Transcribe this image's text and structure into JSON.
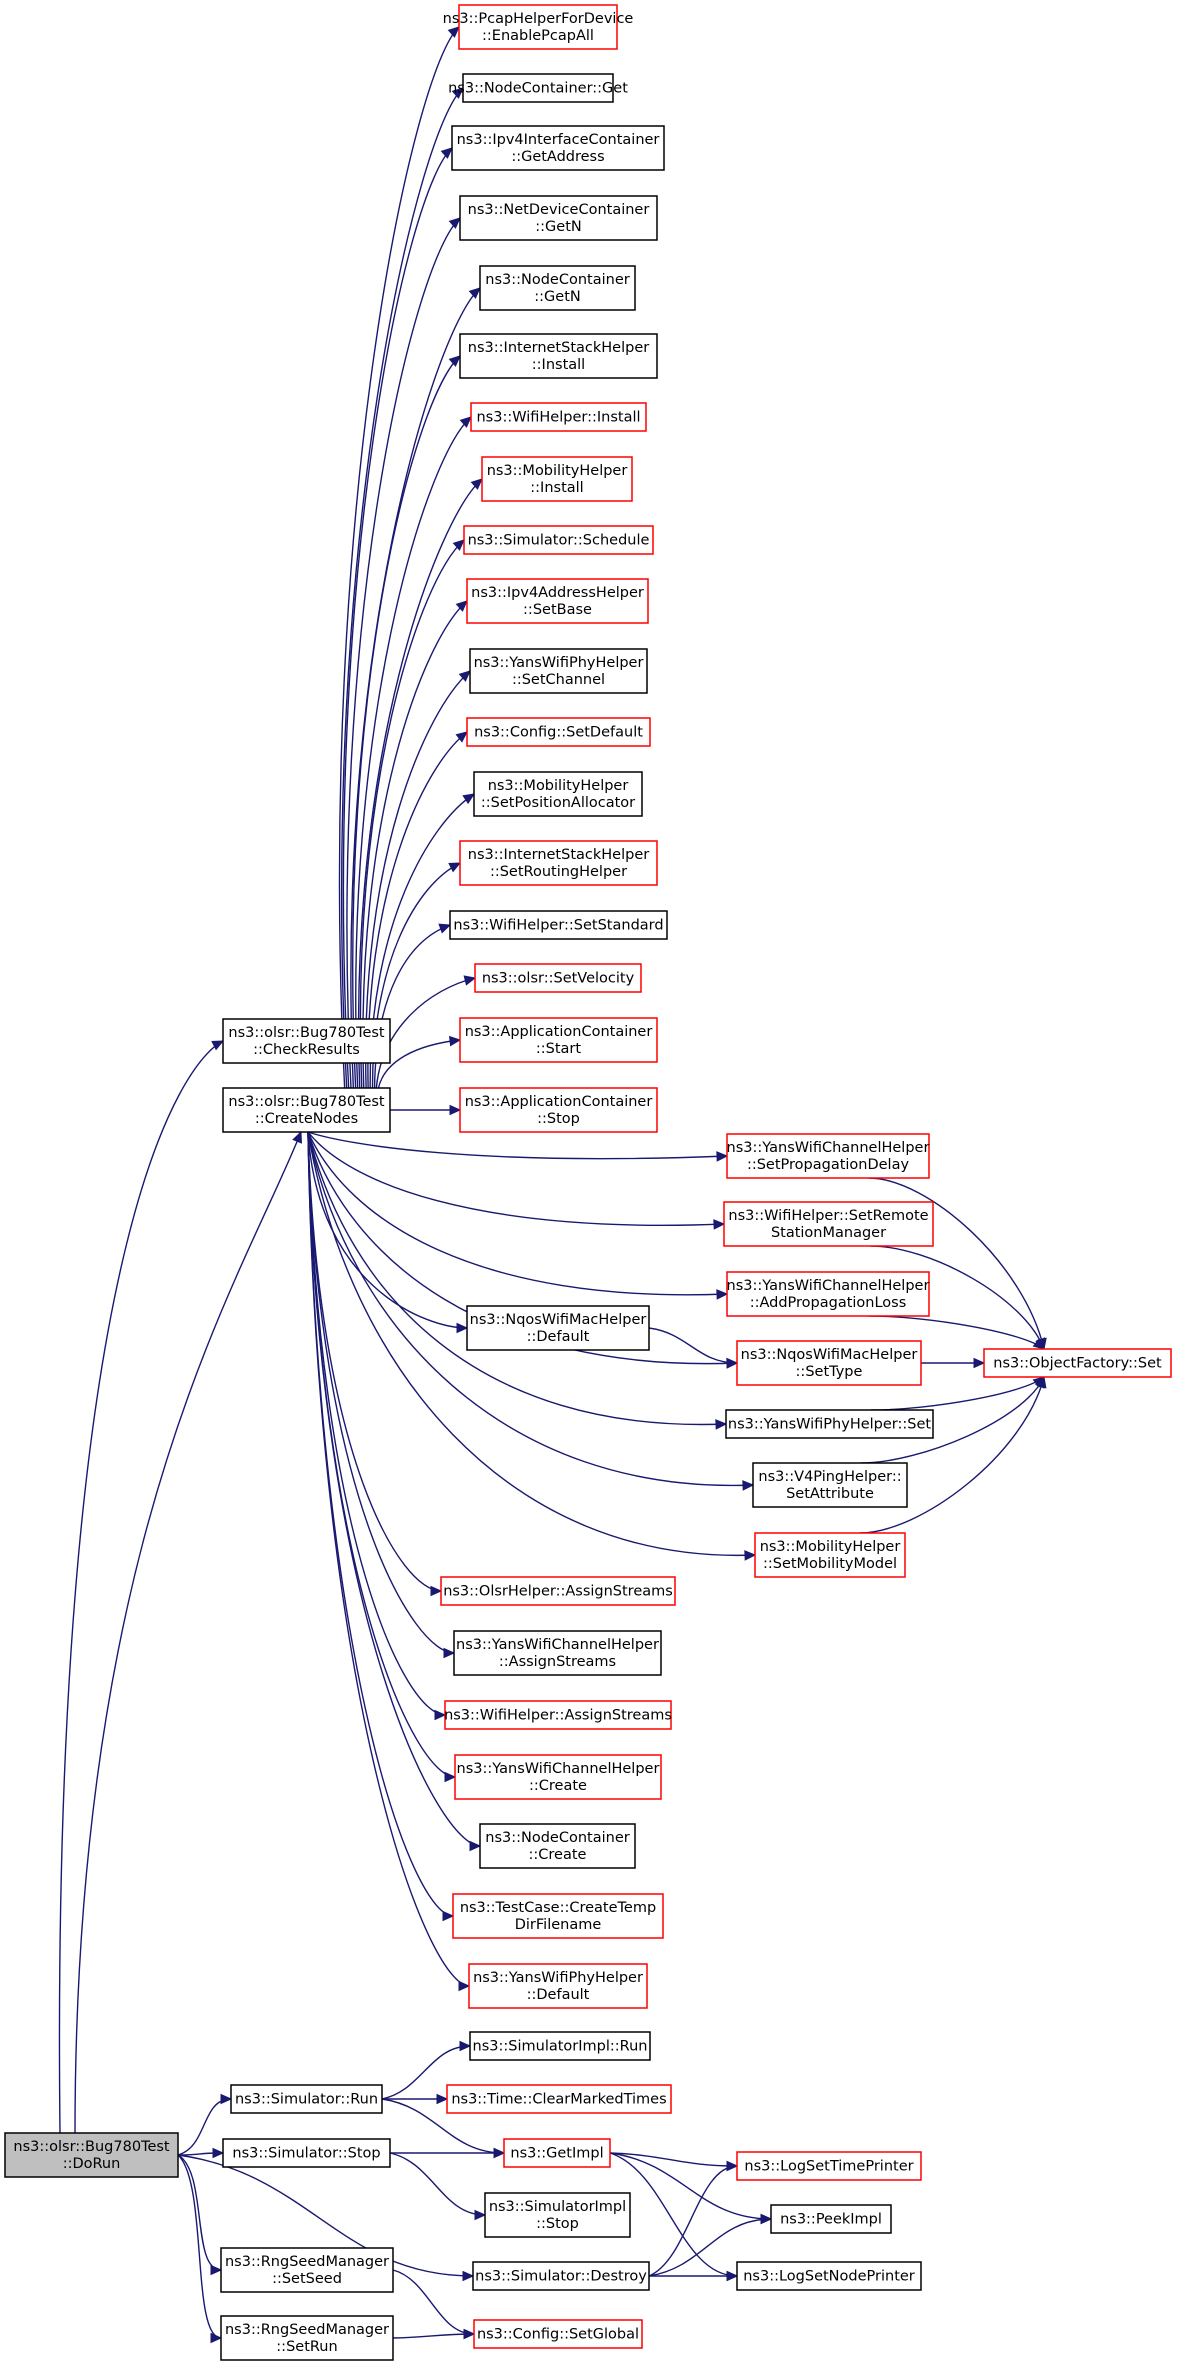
{
  "colors": {
    "edge": "#191970",
    "node_border_default": "#000000",
    "node_border_external": "#ff0000",
    "node_fill_default": "#ffffff",
    "node_fill_root": "#bfbfbf"
  },
  "nodes": [
    {
      "id": "dorun",
      "lines": [
        "ns3::olsr::Bug780Test",
        "::DoRun"
      ],
      "style": "root"
    },
    {
      "id": "checkresults",
      "lines": [
        "ns3::olsr::Bug780Test",
        "::CheckResults"
      ],
      "style": "black"
    },
    {
      "id": "createnodes",
      "lines": [
        "ns3::olsr::Bug780Test",
        "::CreateNodes"
      ],
      "style": "black"
    },
    {
      "id": "pcap",
      "lines": [
        "ns3::PcapHelperForDevice",
        "::EnablePcapAll"
      ],
      "style": "red"
    },
    {
      "id": "nc_get",
      "lines": [
        "ns3::NodeContainer::Get"
      ],
      "style": "black"
    },
    {
      "id": "ipv4ic",
      "lines": [
        "ns3::Ipv4InterfaceContainer",
        "::GetAddress"
      ],
      "style": "black"
    },
    {
      "id": "ndc_getn",
      "lines": [
        "ns3::NetDeviceContainer",
        "::GetN"
      ],
      "style": "black"
    },
    {
      "id": "nc_getn",
      "lines": [
        "ns3::NodeContainer",
        "::GetN"
      ],
      "style": "black"
    },
    {
      "id": "ish_install",
      "lines": [
        "ns3::InternetStackHelper",
        "::Install"
      ],
      "style": "black"
    },
    {
      "id": "wh_install",
      "lines": [
        "ns3::WifiHelper::Install"
      ],
      "style": "red"
    },
    {
      "id": "mh_install",
      "lines": [
        "ns3::MobilityHelper",
        "::Install"
      ],
      "style": "red"
    },
    {
      "id": "sim_schedule",
      "lines": [
        "ns3::Simulator::Schedule"
      ],
      "style": "red"
    },
    {
      "id": "ipv4ah_setbase",
      "lines": [
        "ns3::Ipv4AddressHelper",
        "::SetBase"
      ],
      "style": "red"
    },
    {
      "id": "ywph_setchannel",
      "lines": [
        "ns3::YansWifiPhyHelper",
        "::SetChannel"
      ],
      "style": "black"
    },
    {
      "id": "config_setdefault",
      "lines": [
        "ns3::Config::SetDefault"
      ],
      "style": "red"
    },
    {
      "id": "mh_setposalloc",
      "lines": [
        "ns3::MobilityHelper",
        "::SetPositionAllocator"
      ],
      "style": "black"
    },
    {
      "id": "ish_setrouting",
      "lines": [
        "ns3::InternetStackHelper",
        "::SetRoutingHelper"
      ],
      "style": "red"
    },
    {
      "id": "wh_setstandard",
      "lines": [
        "ns3::WifiHelper::SetStandard"
      ],
      "style": "black"
    },
    {
      "id": "olsr_setvelocity",
      "lines": [
        "ns3::olsr::SetVelocity"
      ],
      "style": "red"
    },
    {
      "id": "ac_start",
      "lines": [
        "ns3::ApplicationContainer",
        "::Start"
      ],
      "style": "red"
    },
    {
      "id": "ac_stop",
      "lines": [
        "ns3::ApplicationContainer",
        "::Stop"
      ],
      "style": "red"
    },
    {
      "id": "ywch_setpropdelay",
      "lines": [
        "ns3::YansWifiChannelHelper",
        "::SetPropagationDelay"
      ],
      "style": "red"
    },
    {
      "id": "wh_setremote",
      "lines": [
        "ns3::WifiHelper::SetRemote",
        "StationManager"
      ],
      "style": "red"
    },
    {
      "id": "ywch_addproploss",
      "lines": [
        "ns3::YansWifiChannelHelper",
        "::AddPropagationLoss"
      ],
      "style": "red"
    },
    {
      "id": "nqos_default",
      "lines": [
        "ns3::NqosWifiMacHelper",
        "::Default"
      ],
      "style": "black"
    },
    {
      "id": "nqos_settype",
      "lines": [
        "ns3::NqosWifiMacHelper",
        "::SetType"
      ],
      "style": "red"
    },
    {
      "id": "of_set",
      "lines": [
        "ns3::ObjectFactory::Set"
      ],
      "style": "red"
    },
    {
      "id": "ywph_set",
      "lines": [
        "ns3::YansWifiPhyHelper::Set"
      ],
      "style": "black"
    },
    {
      "id": "v4ping_setattr",
      "lines": [
        "ns3::V4PingHelper::",
        "SetAttribute"
      ],
      "style": "black"
    },
    {
      "id": "mh_setmobmodel",
      "lines": [
        "ns3::MobilityHelper",
        "::SetMobilityModel"
      ],
      "style": "red"
    },
    {
      "id": "olsrh_assign",
      "lines": [
        "ns3::OlsrHelper::AssignStreams"
      ],
      "style": "red"
    },
    {
      "id": "ywch_assign",
      "lines": [
        "ns3::YansWifiChannelHelper",
        "::AssignStreams"
      ],
      "style": "black"
    },
    {
      "id": "wh_assign",
      "lines": [
        "ns3::WifiHelper::AssignStreams"
      ],
      "style": "red"
    },
    {
      "id": "ywch_create",
      "lines": [
        "ns3::YansWifiChannelHelper",
        "::Create"
      ],
      "style": "red"
    },
    {
      "id": "nc_create",
      "lines": [
        "ns3::NodeContainer",
        "::Create"
      ],
      "style": "black"
    },
    {
      "id": "tc_createtemp",
      "lines": [
        "ns3::TestCase::CreateTemp",
        "DirFilename"
      ],
      "style": "red"
    },
    {
      "id": "ywph_default",
      "lines": [
        "ns3::YansWifiPhyHelper",
        "::Default"
      ],
      "style": "red"
    },
    {
      "id": "simimpl_run",
      "lines": [
        "ns3::SimulatorImpl::Run"
      ],
      "style": "black"
    },
    {
      "id": "sim_run",
      "lines": [
        "ns3::Simulator::Run"
      ],
      "style": "black"
    },
    {
      "id": "time_clear",
      "lines": [
        "ns3::Time::ClearMarkedTimes"
      ],
      "style": "red"
    },
    {
      "id": "sim_stop",
      "lines": [
        "ns3::Simulator::Stop"
      ],
      "style": "black"
    },
    {
      "id": "getimpl",
      "lines": [
        "ns3::GetImpl"
      ],
      "style": "red"
    },
    {
      "id": "logsettime",
      "lines": [
        "ns3::LogSetTimePrinter"
      ],
      "style": "red"
    },
    {
      "id": "peekimpl",
      "lines": [
        "ns3::PeekImpl"
      ],
      "style": "black"
    },
    {
      "id": "simimpl_stop",
      "lines": [
        "ns3::SimulatorImpl",
        "::Stop"
      ],
      "style": "black"
    },
    {
      "id": "rng_setseed",
      "lines": [
        "ns3::RngSeedManager",
        "::SetSeed"
      ],
      "style": "black"
    },
    {
      "id": "sim_destroy",
      "lines": [
        "ns3::Simulator::Destroy"
      ],
      "style": "black"
    },
    {
      "id": "logsetnode",
      "lines": [
        "ns3::LogSetNodePrinter"
      ],
      "style": "black"
    },
    {
      "id": "rng_setrun",
      "lines": [
        "ns3::RngSeedManager",
        "::SetRun"
      ],
      "style": "black"
    },
    {
      "id": "config_setglobal",
      "lines": [
        "ns3::Config::SetGlobal"
      ],
      "style": "red"
    }
  ],
  "edges": [
    [
      "dorun",
      "checkresults"
    ],
    [
      "dorun",
      "createnodes"
    ],
    [
      "dorun",
      "sim_run"
    ],
    [
      "dorun",
      "sim_stop"
    ],
    [
      "dorun",
      "rng_setseed"
    ],
    [
      "dorun",
      "sim_destroy"
    ],
    [
      "dorun",
      "rng_setrun"
    ],
    [
      "createnodes",
      "pcap"
    ],
    [
      "createnodes",
      "nc_get"
    ],
    [
      "createnodes",
      "ipv4ic"
    ],
    [
      "createnodes",
      "ndc_getn"
    ],
    [
      "createnodes",
      "nc_getn"
    ],
    [
      "createnodes",
      "ish_install"
    ],
    [
      "createnodes",
      "wh_install"
    ],
    [
      "createnodes",
      "mh_install"
    ],
    [
      "createnodes",
      "sim_schedule"
    ],
    [
      "createnodes",
      "ipv4ah_setbase"
    ],
    [
      "createnodes",
      "ywph_setchannel"
    ],
    [
      "createnodes",
      "config_setdefault"
    ],
    [
      "createnodes",
      "mh_setposalloc"
    ],
    [
      "createnodes",
      "ish_setrouting"
    ],
    [
      "createnodes",
      "wh_setstandard"
    ],
    [
      "createnodes",
      "olsr_setvelocity"
    ],
    [
      "createnodes",
      "ac_start"
    ],
    [
      "createnodes",
      "ac_stop"
    ],
    [
      "createnodes",
      "ywch_setpropdelay"
    ],
    [
      "createnodes",
      "wh_setremote"
    ],
    [
      "createnodes",
      "ywch_addproploss"
    ],
    [
      "createnodes",
      "nqos_default"
    ],
    [
      "createnodes",
      "nqos_settype"
    ],
    [
      "createnodes",
      "ywph_set"
    ],
    [
      "createnodes",
      "v4ping_setattr"
    ],
    [
      "createnodes",
      "mh_setmobmodel"
    ],
    [
      "createnodes",
      "olsrh_assign"
    ],
    [
      "createnodes",
      "ywch_assign"
    ],
    [
      "createnodes",
      "wh_assign"
    ],
    [
      "createnodes",
      "ywch_create"
    ],
    [
      "createnodes",
      "nc_create"
    ],
    [
      "createnodes",
      "tc_createtemp"
    ],
    [
      "createnodes",
      "ywph_default"
    ],
    [
      "nqos_default",
      "nqos_settype"
    ],
    [
      "ywch_setpropdelay",
      "of_set"
    ],
    [
      "wh_setremote",
      "of_set"
    ],
    [
      "ywch_addproploss",
      "of_set"
    ],
    [
      "nqos_settype",
      "of_set"
    ],
    [
      "ywph_set",
      "of_set"
    ],
    [
      "v4ping_setattr",
      "of_set"
    ],
    [
      "mh_setmobmodel",
      "of_set"
    ],
    [
      "sim_run",
      "simimpl_run"
    ],
    [
      "sim_run",
      "time_clear"
    ],
    [
      "sim_run",
      "getimpl"
    ],
    [
      "sim_stop",
      "getimpl"
    ],
    [
      "sim_stop",
      "simimpl_stop"
    ],
    [
      "getimpl",
      "logsettime"
    ],
    [
      "getimpl",
      "peekimpl"
    ],
    [
      "getimpl",
      "logsetnode"
    ],
    [
      "sim_destroy",
      "logsettime"
    ],
    [
      "sim_destroy",
      "peekimpl"
    ],
    [
      "sim_destroy",
      "logsetnode"
    ],
    [
      "rng_setseed",
      "config_setglobal"
    ],
    [
      "rng_setrun",
      "config_setglobal"
    ]
  ]
}
